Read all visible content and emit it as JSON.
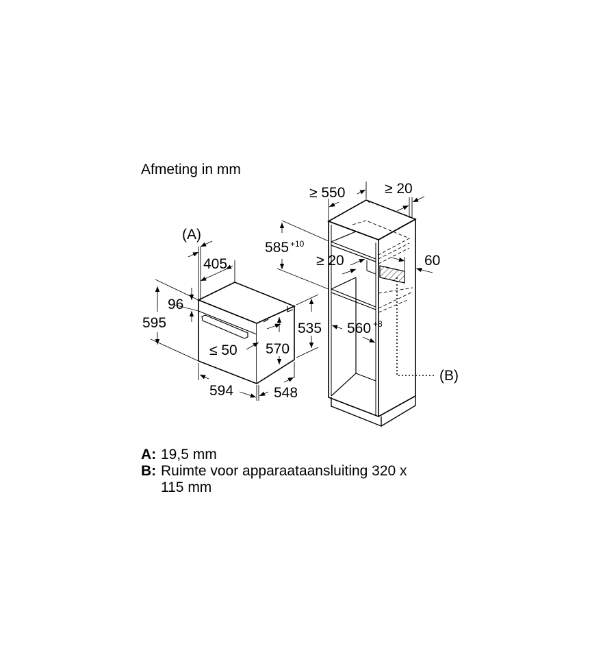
{
  "title": "Afmeting in mm",
  "oven": {
    "label_a": "(A)",
    "dim_405": "405",
    "dim_96": "96",
    "dim_595": "595",
    "dim_50": "≤ 50",
    "dim_570": "570",
    "dim_535": "535",
    "dim_594": "594",
    "dim_548": "548"
  },
  "cabinet": {
    "dim_550": "≥ 550",
    "dim_20_top": "≥ 20",
    "dim_585": "585",
    "dim_585_tol": "+10",
    "dim_20_inner": "≥ 20",
    "dim_60": "60",
    "dim_560": "560",
    "dim_560_tol": "+8",
    "label_b": "(B)"
  },
  "legend": [
    {
      "key": "A:",
      "text": "19,5 mm"
    },
    {
      "key": "B:",
      "text": "Ruimte voor apparaataansluiting 320 x",
      "text_cont": "115 mm"
    }
  ]
}
